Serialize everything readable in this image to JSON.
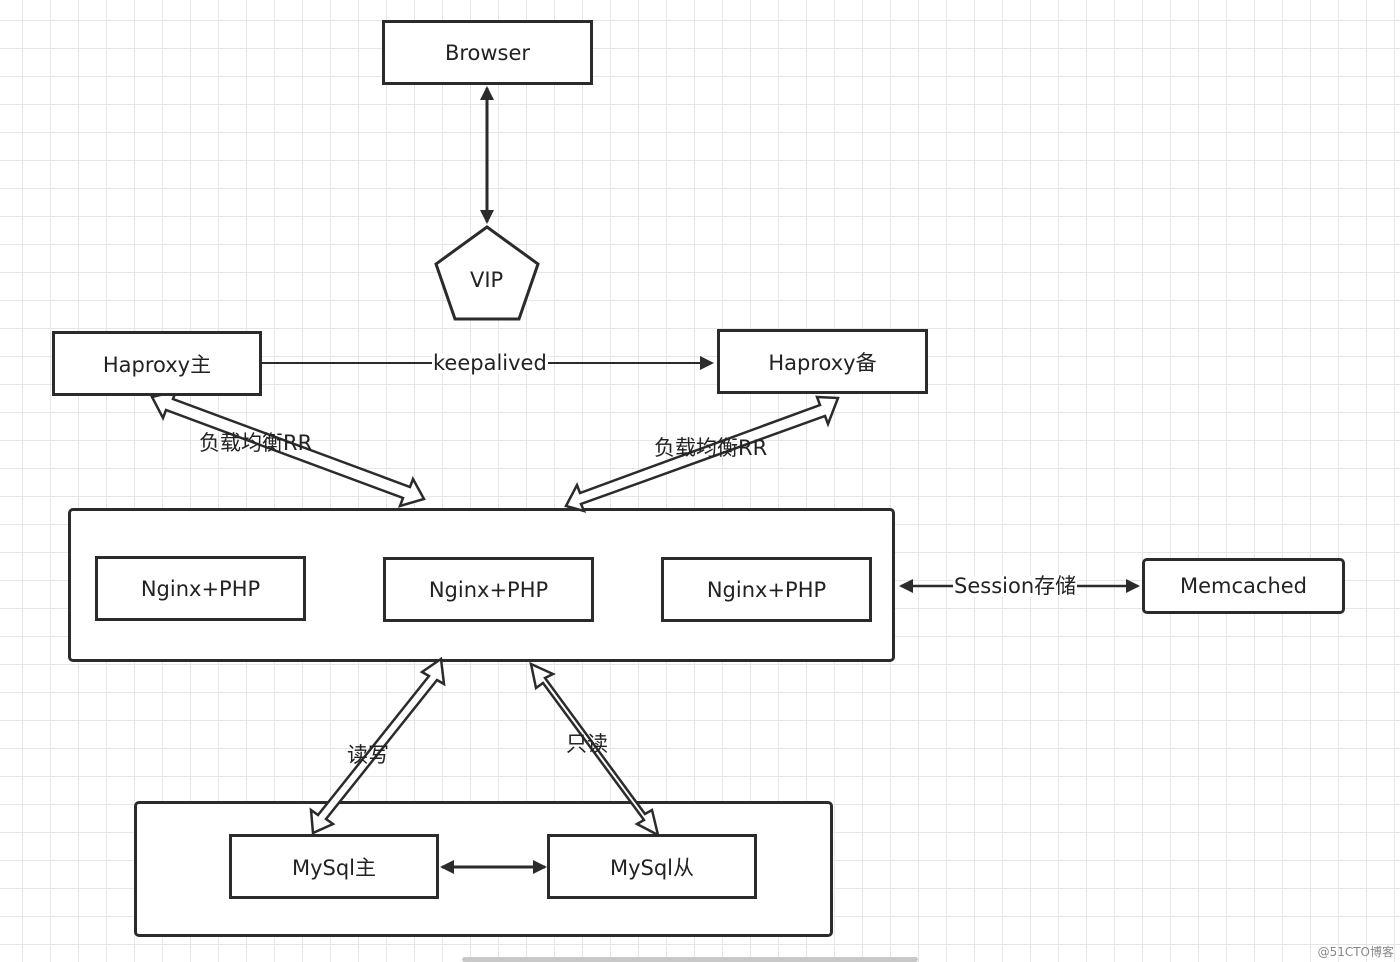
{
  "nodes": {
    "browser": "Browser",
    "vip": "VIP",
    "haproxy_master": "Haproxy主",
    "haproxy_backup": "Haproxy备",
    "nginx_php": [
      "Nginx+PHP",
      "Nginx+PHP",
      "Nginx+PHP"
    ],
    "memcached": "Memcached",
    "mysql_master": "MySql主",
    "mysql_slave": "MySql从"
  },
  "edges": {
    "keepalived": "keepalived",
    "lb_left": "负载均衡RR",
    "lb_right": "负载均衡RR",
    "session": "Session存储",
    "read_write": "读写",
    "read_only": "只读"
  },
  "watermark": "@51CTO博客",
  "colors": {
    "line": "#2b2b2b",
    "grid": "#e6e6e6"
  }
}
